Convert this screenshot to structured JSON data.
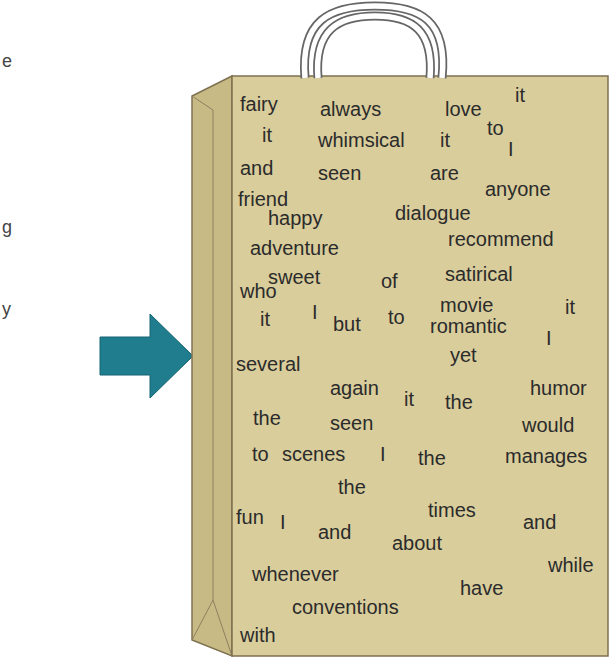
{
  "diagram": {
    "nodes": [
      {
        "text": [
          "fairy",
          "always",
          "love",
          "to",
          "it",
          "it",
          "whimsical",
          "it",
          "I",
          "and",
          "seen",
          "are",
          "anyone",
          "friend",
          "happy",
          "dialogue",
          "adventure",
          "recommend",
          "who",
          "sweet",
          "of",
          "satirical",
          "it",
          "I",
          "but",
          "to",
          "movie",
          "it",
          "romantic",
          "I",
          "several",
          "yet",
          "again",
          "it",
          "the",
          "the",
          "humor",
          "seen",
          "would",
          "to",
          "scenes",
          "I",
          "the",
          "manages",
          "the",
          "fun",
          "I",
          "times",
          "and",
          "and",
          "about",
          "while",
          "whenever",
          "have",
          "conventions",
          "with"
        ]
      }
    ],
    "labels": [
      "e",
      "g",
      "y"
    ]
  }
}
